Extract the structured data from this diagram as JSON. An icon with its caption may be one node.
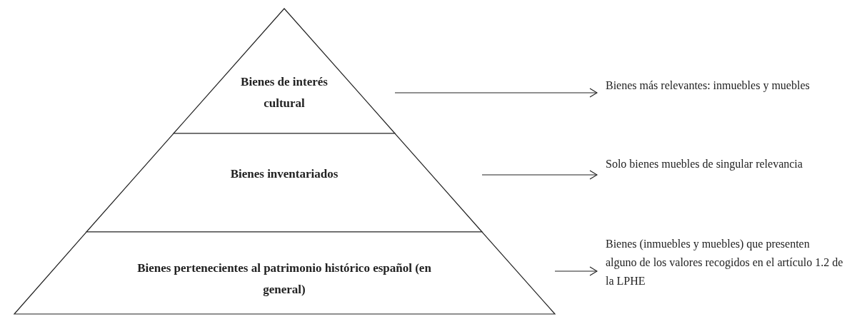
{
  "diagram": {
    "nodes": [
      {
        "text": [
          "Bienes de interés cultural"
        ]
      },
      {
        "text": [
          "Bienes inventariados"
        ]
      },
      {
        "text": [
          "Bienes pertenecientes al patrimonio histórico español (en general)"
        ]
      },
      {
        "text": [
          "Bienes más relevantes: inmuebles y muebles"
        ]
      },
      {
        "text": [
          "Solo bienes muebles de singular relevancia"
        ]
      },
      {
        "text": [
          "Bienes (inmuebles y muebles) que presenten alguno de los valores recogidos en el artículo 1.2 de la LPHE"
        ]
      }
    ],
    "edges": [
      {
        "from": 0,
        "to": 3,
        "arrow": "to"
      },
      {
        "from": 1,
        "to": 4,
        "arrow": "to"
      },
      {
        "from": 2,
        "to": 5,
        "arrow": "to"
      }
    ]
  }
}
